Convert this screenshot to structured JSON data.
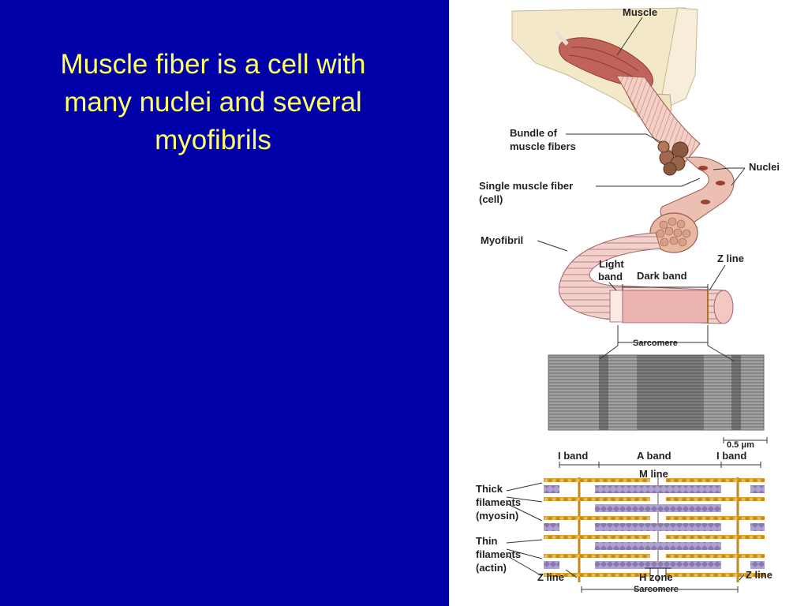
{
  "slide": {
    "title_lines": [
      "Muscle fiber is a cell with",
      "many nuclei and several",
      "myofibrils"
    ],
    "background": "#0000A8",
    "title_color": "#FFFF66"
  },
  "figure": {
    "labels": {
      "muscle": "Muscle",
      "bundle_line1": "Bundle of",
      "bundle_line2": "muscle fibers",
      "nuclei": "Nuclei",
      "single_line1": "Single muscle fiber",
      "single_line2": "(cell)",
      "myofibril": "Myofibril",
      "light_line1": "Light",
      "light_line2": "band",
      "dark_band": "Dark band",
      "z_line_top": "Z line",
      "sarcomere_top": "Sarcomere",
      "scale": "0.5 μm",
      "i_band_left": "I band",
      "a_band": "A band",
      "i_band_right": "I band",
      "m_line": "M line",
      "thick_line1": "Thick",
      "thick_line2": "filaments",
      "thick_line3": "(myosin)",
      "thin_line1": "Thin",
      "thin_line2": "filaments",
      "thin_line3": "(actin)",
      "z_line_left": "Z line",
      "h_zone": "H zone",
      "sarcomere_bottom": "Sarcomere",
      "z_line_right": "Z line"
    },
    "colors": {
      "muscle": "#C0645A",
      "fiber": "#E8B8A8",
      "myofibril": "#F0C8C0",
      "bone": "#F3E9C8",
      "thin_filament": "#D9A030",
      "thick_filament": "#A898C8",
      "micrograph": "#8a8a8a"
    }
  }
}
